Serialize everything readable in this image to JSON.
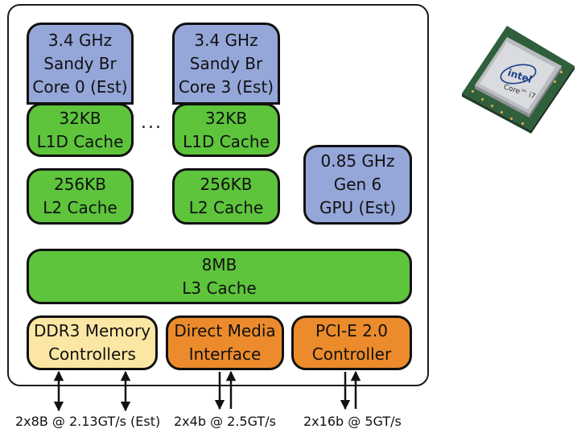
{
  "colors": {
    "core_blue": "#95a6d9",
    "cache_green": "#5dc43c",
    "memory_yellow": "#fbe7a3",
    "io_orange": "#ec8b2c",
    "outline": "#111111"
  },
  "cores": [
    {
      "line1": "3.4 GHz",
      "line2": "Sandy Br",
      "line3": "Core 0 (Est)"
    },
    {
      "line1": "3.4 GHz",
      "line2": "Sandy Br",
      "line3": "Core 3 (Est)"
    }
  ],
  "l1": [
    {
      "line1": "32KB",
      "line2": "L1D Cache"
    },
    {
      "line1": "32KB",
      "line2": "L1D Cache"
    }
  ],
  "l2": [
    {
      "line1": "256KB",
      "line2": "L2 Cache"
    },
    {
      "line1": "256KB",
      "line2": "L2 Cache"
    }
  ],
  "ellipsis": "...",
  "gpu": {
    "line1": "0.85 GHz",
    "line2": "Gen 6",
    "line3": "GPU (Est)"
  },
  "l3": {
    "line1": "8MB",
    "line2": "L3 Cache"
  },
  "memory_controller": {
    "line1": "DDR3 Memory",
    "line2": "Controllers"
  },
  "dmi": {
    "line1": "Direct Media",
    "line2": "Interface"
  },
  "pcie": {
    "line1": "PCI-E 2.0",
    "line2": "Controller"
  },
  "bandwidth": {
    "memory": "2x8B @ 2.13GT/s (Est)",
    "dmi": "2x4b @ 2.5GT/s",
    "pcie": "2x16b @ 5GT/s"
  },
  "processor_photo": {
    "brand": "intel",
    "model": "Core™ i7"
  }
}
